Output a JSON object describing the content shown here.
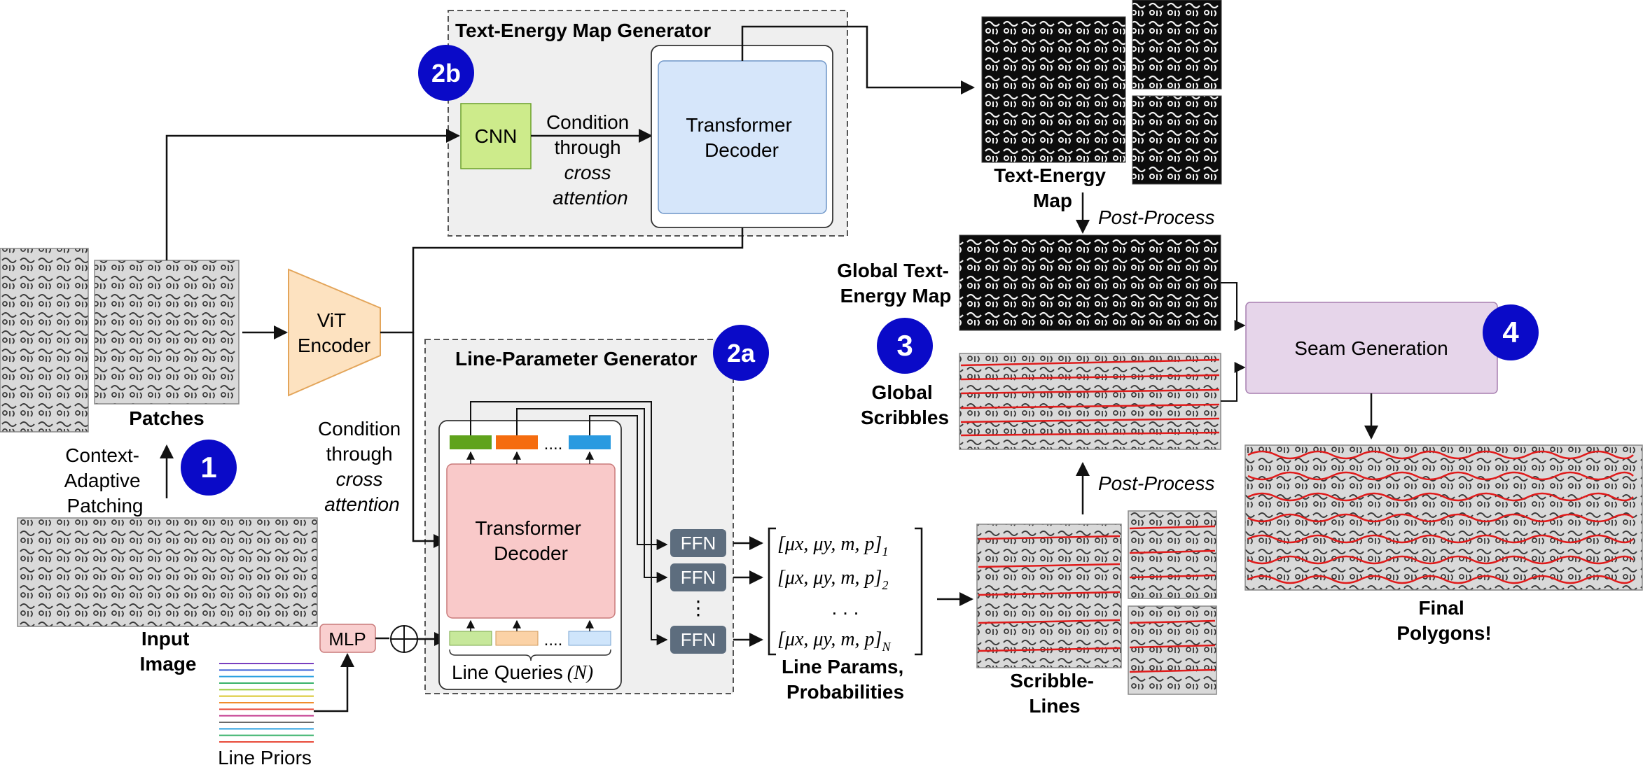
{
  "colors": {
    "badge": "#0a0ac8",
    "cnn": "#cdeb8b",
    "decoder_blue": "#d6e6fa",
    "decoder_pink": "#f9c9c9",
    "vit": "#fde2c0",
    "mlp": "#f9cfcf",
    "ffn": "#5d6d7e",
    "seam": "#e6d5ea",
    "group_bg": "#efefef",
    "query_colors": [
      "#c7e89b",
      "#fbd2a6",
      "#cfe5fb"
    ],
    "token_colors": [
      "#5fa31c",
      "#f56c0f",
      "#2a9ae0"
    ],
    "prior_line_colors": [
      "#7a3fbf",
      "#3a5fd8",
      "#2aa0e0",
      "#38b26a",
      "#9ccc3d",
      "#d9c52b",
      "#f08c2b",
      "#e84a3a",
      "#c43c8f",
      "#6a6a6a",
      "#2aa0e0",
      "#38b26a",
      "#e84a3a"
    ]
  },
  "badges": {
    "b1": "1",
    "b2a": "2a",
    "b2b": "2b",
    "b3": "3",
    "b4": "4"
  },
  "left": {
    "input_image_label": [
      "Input",
      "Image"
    ],
    "cap_label": [
      "Context-",
      "Adaptive",
      "Patching"
    ],
    "patches_label": "Patches",
    "line_priors_label": "Line Priors",
    "mlp_label": "MLP"
  },
  "vit": {
    "label": [
      "ViT",
      "Encoder"
    ]
  },
  "tem_generator": {
    "title": "Text-Energy Map Generator",
    "cnn_label": "CNN",
    "condition_label": [
      "Condition",
      "through"
    ],
    "condition_italic": [
      "cross",
      "attention"
    ],
    "decoder_label": [
      "Transformer",
      "Decoder"
    ]
  },
  "line_param_generator": {
    "title": "Line-Parameter Generator",
    "condition_label": [
      "Condition",
      "through"
    ],
    "condition_italic": [
      "cross",
      "attention"
    ],
    "decoder_label": [
      "Transformer",
      "Decoder"
    ],
    "token_dots": "....",
    "query_dots": "....",
    "line_queries_label": "Line Queries",
    "line_queries_n": "(N)",
    "ffn_labels": [
      "FFN",
      "FFN",
      "FFN"
    ],
    "ffn_vdots": "⋮"
  },
  "line_params": {
    "rows": [
      {
        "body": "[μx, μy, m, p]",
        "sub": "1"
      },
      {
        "body": "[μx, μy, m, p]",
        "sub": "2"
      },
      {
        "body": "[μx, μy, m, p]",
        "sub": "N"
      }
    ],
    "middle_dots": ". . .",
    "label": [
      "Line Params,",
      "Probabilities"
    ]
  },
  "right": {
    "tem_label": [
      "Text-Energy",
      "Map"
    ],
    "post_process_top": "Post-Process",
    "global_tem_label": [
      "Global Text-",
      "Energy Map"
    ],
    "global_scribbles_label": [
      "Global",
      "Scribbles"
    ],
    "scribble_lines_label": [
      "Scribble-",
      "Lines"
    ],
    "post_process_bottom": "Post-Process",
    "seam_label": "Seam Generation",
    "final_label": [
      "Final",
      "Polygons!"
    ]
  }
}
